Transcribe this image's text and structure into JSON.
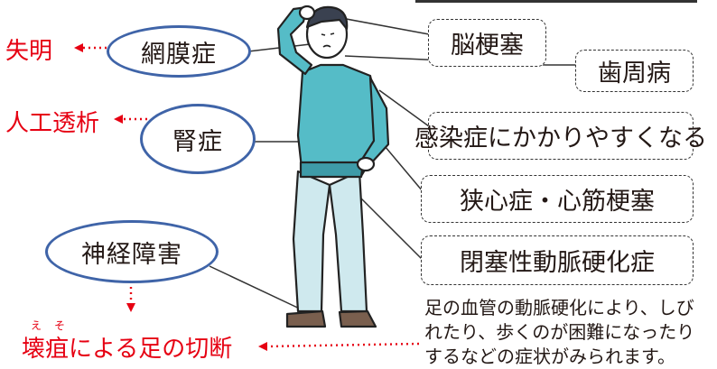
{
  "complications": {
    "retinopathy": "網膜症",
    "nephropathy": "腎症",
    "neuropathy": "神経障害",
    "cerebral_infarction": "脳梗塞",
    "periodontal": "歯周病",
    "infection": "感染症にかかりやすくなる",
    "angina": "狭心症・心筋梗塞",
    "pad": "閉塞性動脈硬化症"
  },
  "outcomes": {
    "blindness": "失明",
    "dialysis": "人工透析",
    "amputation": "壊疽による足の切断",
    "amputation_ruby": "えそ"
  },
  "note": {
    "line1": "足の血管の動脈硬化により、しび",
    "line2": "れたり、歩くのが困難になったり",
    "line3": "するなどの症状がみられます。"
  },
  "colors": {
    "oval_border": "#3f64a8",
    "outcome_red": "#e60012",
    "shirt": "#55bcc7",
    "pants": "#cfe9ee"
  }
}
